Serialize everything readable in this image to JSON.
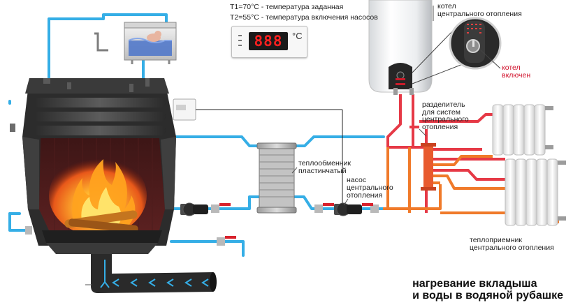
{
  "legend": {
    "t1": "T1=70°C - температура заданная",
    "t2": "T2=55°C - температура включения насосов"
  },
  "thermostat": {
    "display": "888",
    "unit": "°C"
  },
  "labels": {
    "boiler": [
      "котел",
      "центрального отопления"
    ],
    "boiler_on": [
      "котел",
      "включен"
    ],
    "manifold": [
      "разделитель",
      "для систем",
      "центрального",
      "отопления"
    ],
    "heat_exchanger": [
      "теплообменник",
      "пластинчатый"
    ],
    "pump": [
      "насос",
      "центрального",
      "отопления"
    ],
    "radiators": [
      "теплоприемник",
      "центрального отопления"
    ]
  },
  "caption": [
    "нагревание вкладыша",
    "и воды в водяной рубашке"
  ],
  "colors": {
    "cold_pipe": "#35aee6",
    "hot_pipe": "#e63946",
    "warm_pipe": "#f07a2a",
    "caption_text": "#111111",
    "boiler_on_text": "#d0102a"
  },
  "icons": {
    "valve": "red-lever-valve-icon",
    "pump": "circulation-pump-icon",
    "flame": "fire-flame-icon"
  }
}
